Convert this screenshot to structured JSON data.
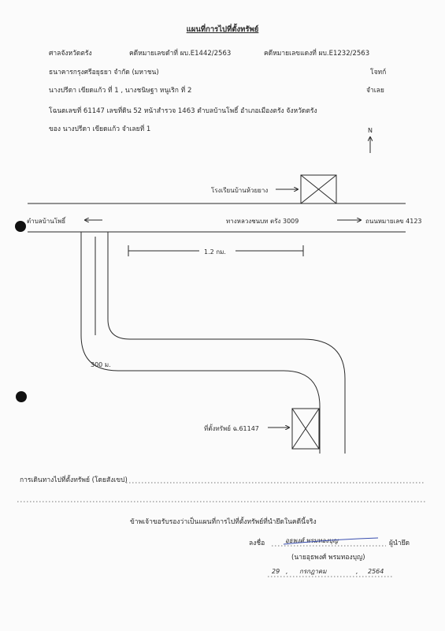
{
  "title": "แผนที่การไปที่ตั้งทรัพย์",
  "header": {
    "court": "ศาลจังหวัดตรัง",
    "case_black": "คดีหมายเลขดำที่ ผบ.E1442/2563",
    "case_red": "คดีหมายเลขแดงที่ ผบ.E1232/2563",
    "plaintiff": "ธนาคารกรุงศรีอยุธยา จำกัด (มหาชน)",
    "plaintiff_role": "โจทก์",
    "defendants": "นางปรีดา เขียดแก้ว ที่ 1 , นางชนิษฐา หนูเริก ที่ 2",
    "defendant_role": "จำเลย",
    "deed": "โฉนดเลขที่ 61147 เลขที่ดิน 52 หน้าสำรวจ 1463 ตำบลบ้านโพธิ์ อำเภอเมืองตรัง จังหวัดตรัง",
    "owner": "ของ นางปรีดา เขียดแก้ว จำเลยที่ 1"
  },
  "map": {
    "north": "N",
    "school": "โรงเรียนบ้านห้วยยาง",
    "left_road": "ตำบลบ้านโพธิ์",
    "highway": "ทางหลวงชนบท ตรัง 3009",
    "right_road": "ถนนหมายเลข 4123",
    "dist_1": "1.2 กม.",
    "dist_2": "300 ม.",
    "property": "ที่ตั้งทรัพย์ ฉ.61147"
  },
  "footer": {
    "route_label": "การเดินทางไปที่ตั้งทรัพย์ (โดยสังเขป)",
    "certify": "ข้าพเจ้าขอรับรองว่าเป็นแผนที่การไปที่ตั้งทรัพย์ที่นำยึดในคดีนี้จริง",
    "sign_prefix": "ลงชื่อ",
    "sign_suffix": "ผู้นำยึด",
    "signer_name": "(นายอุธพงศ์ พรมทองบุญ)",
    "signature_text": "อุธพงศ์ พรมทองบุญ",
    "date_day": "29",
    "date_month": "กรกฎาคม",
    "date_year": "2564"
  },
  "colors": {
    "ink": "#2a2a2a",
    "pen": "#3a4fb0"
  }
}
